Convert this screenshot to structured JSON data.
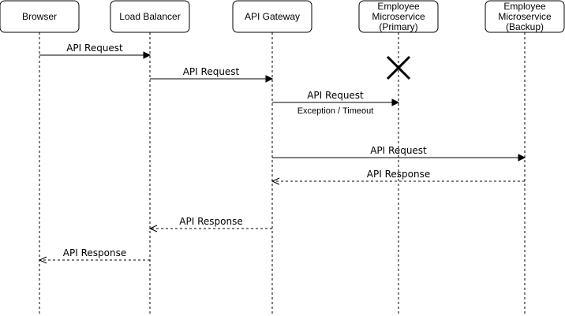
{
  "participants": [
    {
      "id": "browser",
      "label_lines": [
        "Browser"
      ]
    },
    {
      "id": "load-balancer",
      "label_lines": [
        "Load Balancer"
      ]
    },
    {
      "id": "api-gateway",
      "label_lines": [
        "API Gateway"
      ]
    },
    {
      "id": "employee-primary",
      "label_lines": [
        "Employee",
        "Microservice",
        "(Primary)"
      ]
    },
    {
      "id": "employee-backup",
      "label_lines": [
        "Employee",
        "Microservice",
        "(Backup)"
      ]
    }
  ],
  "messages": [
    {
      "id": "m1",
      "from": "browser",
      "to": "load-balancer",
      "label": "API Request",
      "style": "solid"
    },
    {
      "id": "m2",
      "from": "load-balancer",
      "to": "api-gateway",
      "label": "API Request",
      "style": "solid"
    },
    {
      "id": "m3",
      "from": "api-gateway",
      "to": "employee-primary",
      "label": "API Request",
      "sublabel": "Exception / Timeout",
      "style": "solid"
    },
    {
      "id": "m4",
      "from": "api-gateway",
      "to": "employee-backup",
      "label": "API Request",
      "style": "solid"
    },
    {
      "id": "m5",
      "from": "employee-backup",
      "to": "api-gateway",
      "label": "API Response",
      "style": "dashed"
    },
    {
      "id": "m6",
      "from": "api-gateway",
      "to": "load-balancer",
      "label": "API Response",
      "style": "dashed"
    },
    {
      "id": "m7",
      "from": "load-balancer",
      "to": "browser",
      "label": "API Response",
      "style": "dashed"
    }
  ],
  "destroyed": [
    "employee-primary"
  ],
  "icons": {
    "destroy_marker": "x-mark-icon"
  }
}
